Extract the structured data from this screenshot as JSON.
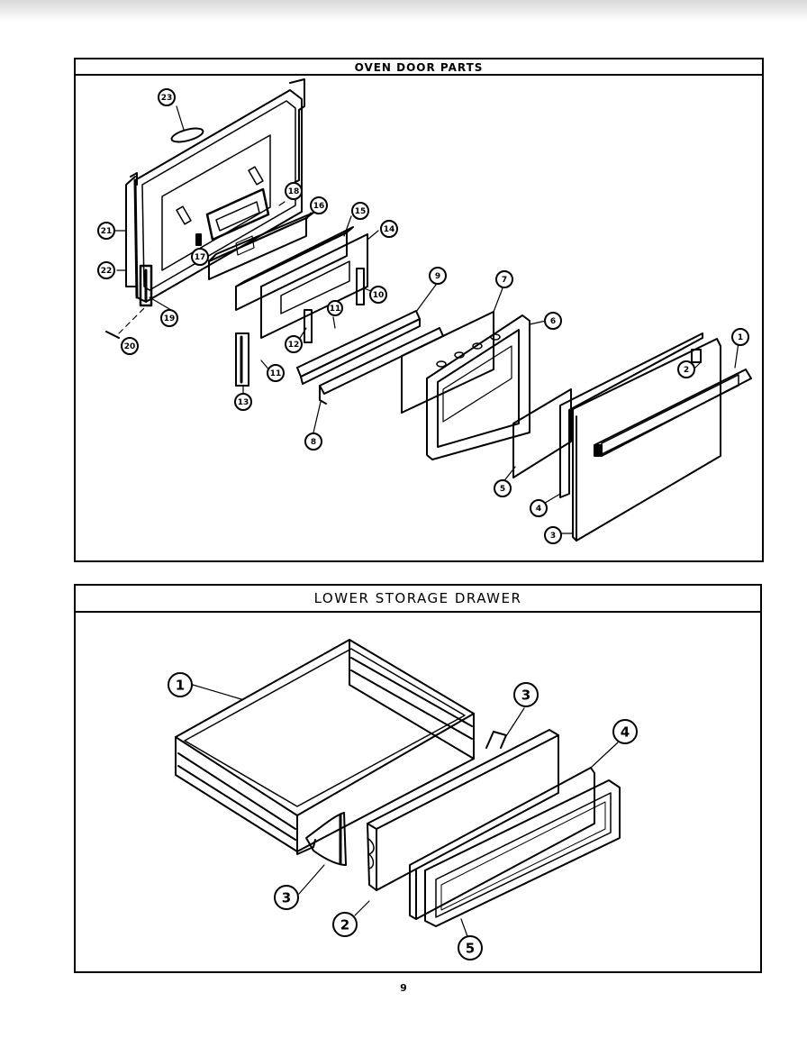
{
  "oven_door": {
    "title": "OVEN DOOR PARTS",
    "callouts": [
      "1",
      "2",
      "3",
      "4",
      "5",
      "6",
      "7",
      "8",
      "9",
      "10",
      "11",
      "11",
      "12",
      "13",
      "14",
      "15",
      "16",
      "17",
      "18",
      "19",
      "20",
      "21",
      "22",
      "23"
    ]
  },
  "drawer": {
    "title": "LOWER STORAGE DRAWER",
    "callouts": [
      "1",
      "2",
      "3",
      "3",
      "4",
      "5"
    ]
  },
  "page_number": "9"
}
